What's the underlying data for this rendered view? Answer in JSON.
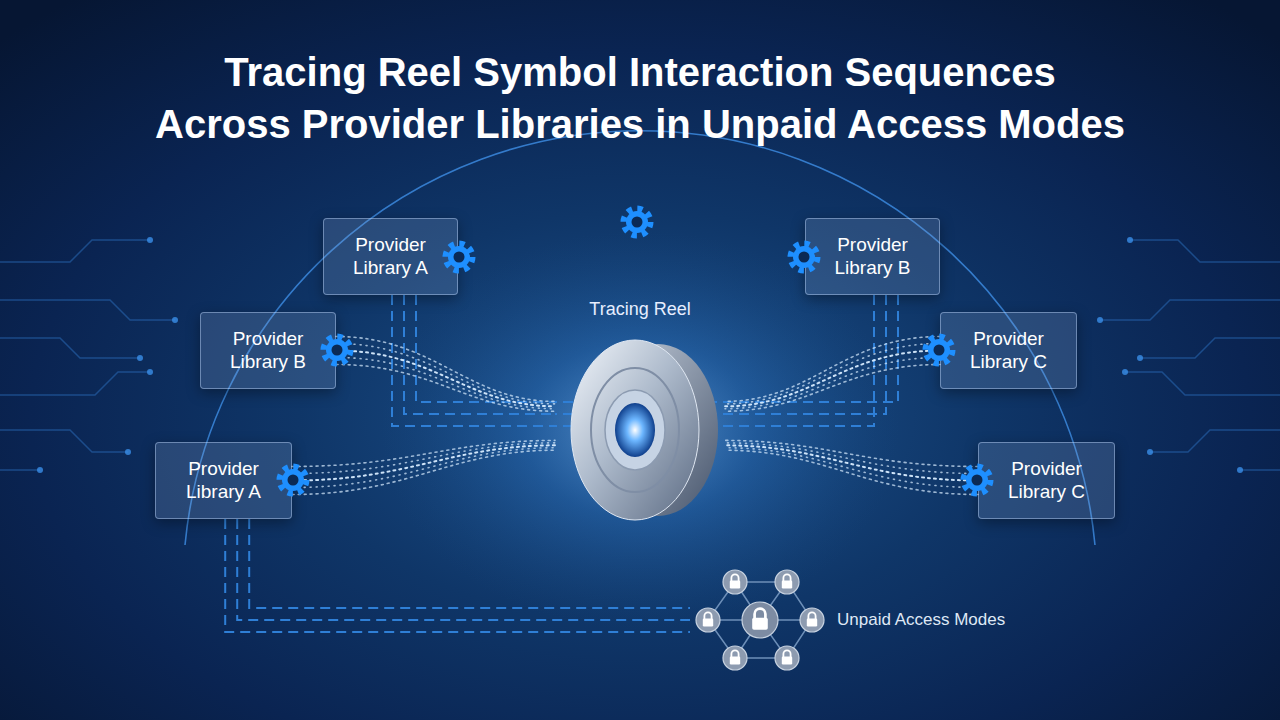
{
  "diagram": {
    "title": "Tracing Reel Symbol Interaction Sequences Across Provider Libraries in Unpaid Access Modes",
    "nodes": [
      {
        "text": [
          "Provider Library A"
        ]
      },
      {
        "text": [
          "Provider Library B"
        ]
      },
      {
        "text": [
          "Provider Library B"
        ]
      },
      {
        "text": [
          "Tracing Reel"
        ]
      },
      {
        "text": [
          "Provider Library C"
        ]
      },
      {
        "text": [
          "Provider Library A"
        ]
      },
      {
        "text": [
          "Provider Library C"
        ]
      },
      {
        "text": [
          "Unpaid Access Modes"
        ]
      }
    ],
    "edges": [
      {
        "from": 0,
        "to": 3,
        "arrow": "none"
      },
      {
        "from": 1,
        "to": 3,
        "arrow": "none"
      },
      {
        "from": 2,
        "to": 3,
        "arrow": "none"
      },
      {
        "from": 4,
        "to": 3,
        "arrow": "none"
      },
      {
        "from": 5,
        "to": 3,
        "arrow": "none"
      },
      {
        "from": 6,
        "to": 3,
        "arrow": "none"
      },
      {
        "from": 5,
        "to": 7,
        "arrow": "none"
      }
    ]
  }
}
